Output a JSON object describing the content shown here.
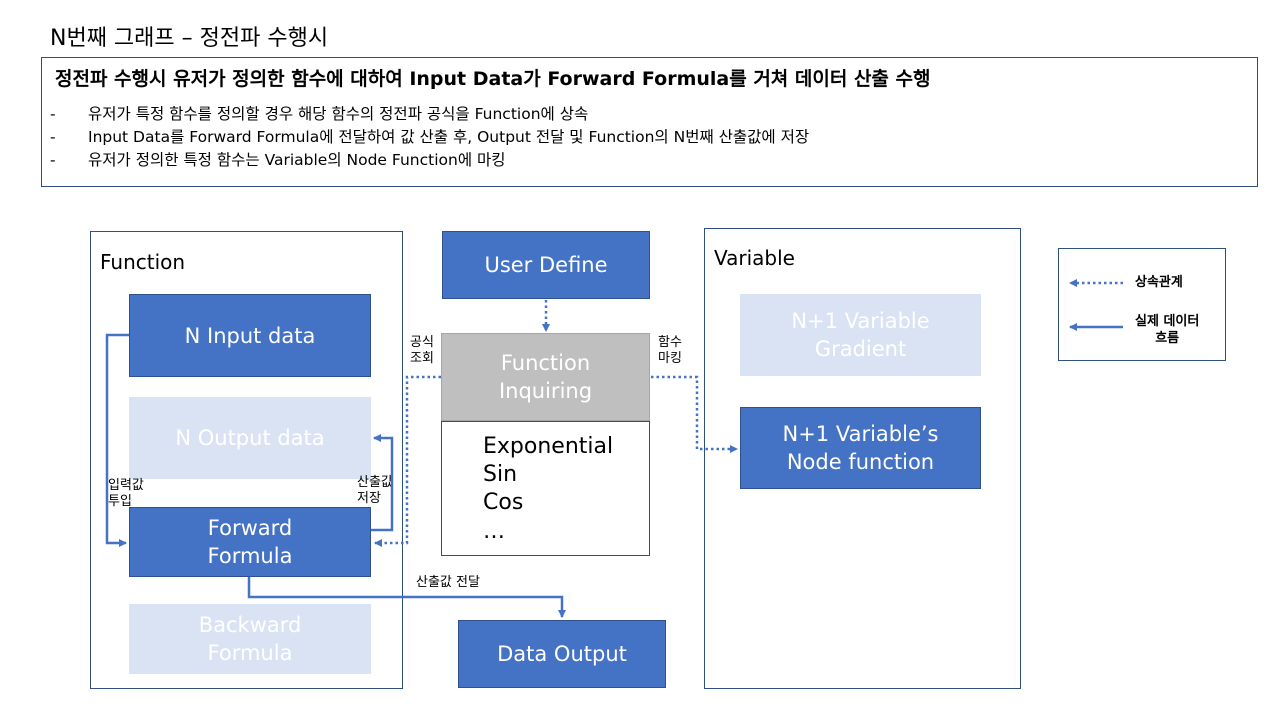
{
  "title": "N번째 그래프 – 정전파 수행시",
  "summary": {
    "headline": "정전파 수행시 유저가 정의한 함수에 대하여 Input Data가 Forward Formula를 거쳐 데이터 산출 수행",
    "bullets": [
      "유저가 특정 함수를 정의할 경우 해당 함수의 정전파 공식을 Function에 상속",
      "Input Data를 Forward Formula에 전달하여 값 산출 후, Output 전달 및 Function의 N번째 산출값에 저장",
      "유저가 정의한 특정 함수는 Variable의 Node Function에 마킹"
    ],
    "bullet_marker": "-"
  },
  "function_panel": {
    "title": "Function",
    "n_input": "N Input data",
    "n_output": "N Output data",
    "forward": "Forward\nFormula",
    "backward": "Backward\nFormula",
    "label_input": "입력값\n투입",
    "label_store": "산출값\n저장"
  },
  "center": {
    "user_define": "User Define",
    "function_inquiring": "Function\nInquiring",
    "label_lookup": "공식\n조회",
    "label_marking": "함수\n마킹",
    "function_list": [
      "Exponential",
      "Sin",
      "Cos",
      "…"
    ],
    "label_transfer": "산출값 전달",
    "data_output": "Data Output"
  },
  "variable_panel": {
    "title": "Variable",
    "gradient": "N+1 Variable\nGradient",
    "node_function": "N+1 Variable’s\nNode function"
  },
  "legend": {
    "inheritance": "상속관계",
    "data_flow": "실제 데이터\n흐름"
  },
  "colors": {
    "dark_box": "#4472c4",
    "light_box": "#dae3f3",
    "gray_box": "#bfbfbf",
    "arrow": "#4472c4",
    "border": "#2f4f7f"
  }
}
